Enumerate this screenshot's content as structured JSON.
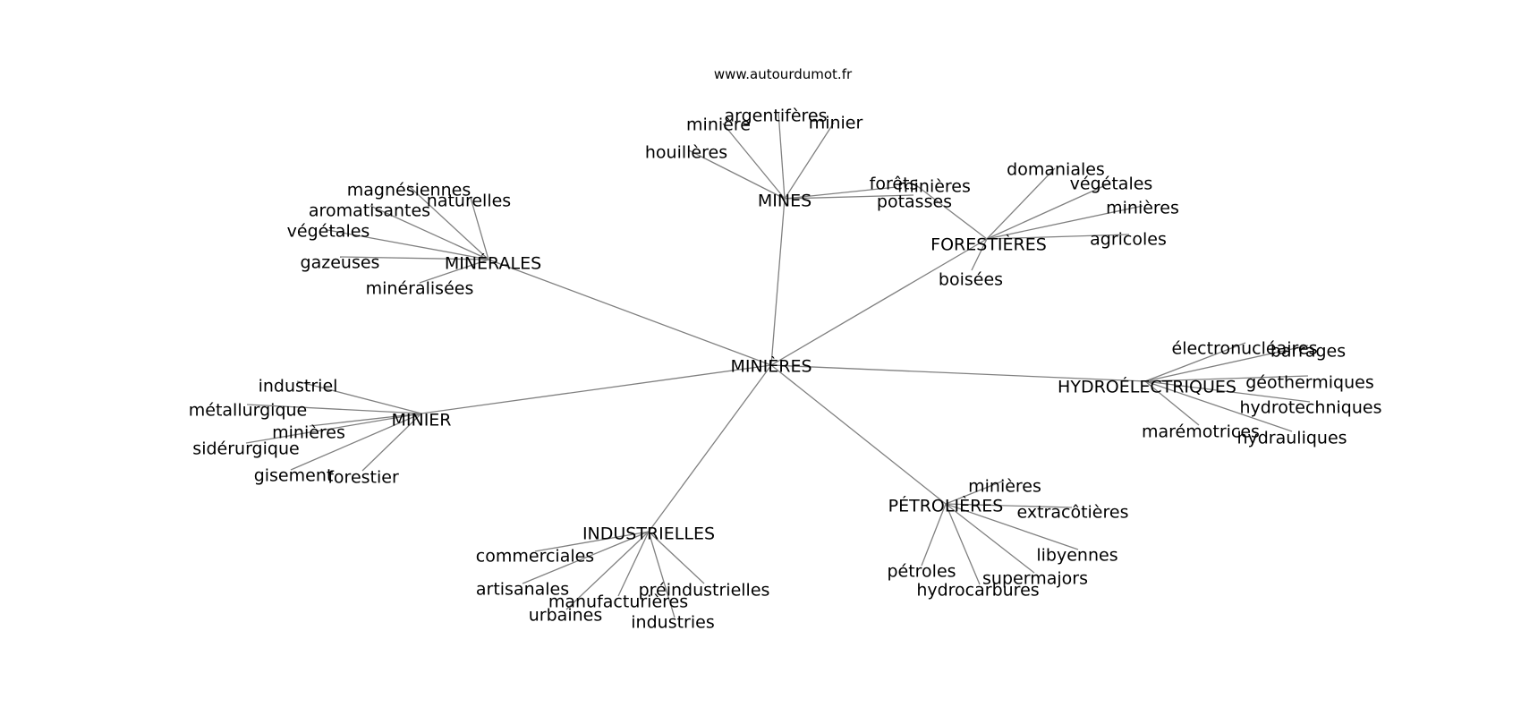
{
  "source_credit": "www.autourdumot.fr",
  "center": "MINIÈRES",
  "colors": {
    "edge": "#808080",
    "text": "#000000",
    "background": "#ffffff"
  },
  "clusters": [
    {
      "hub": "MINES",
      "words": [
        "minière",
        "argentifères",
        "minier",
        "houillères",
        "forêts",
        "potasses"
      ]
    },
    {
      "hub": "FORESTIÈRES",
      "words": [
        "minières",
        "domaniales",
        "végétales",
        "minières",
        "agricoles",
        "boisées"
      ]
    },
    {
      "hub": "MINÉRALES",
      "words": [
        "magnésiennes",
        "naturelles",
        "aromatisantes",
        "végétales",
        "gazeuses",
        "minéralisées"
      ]
    },
    {
      "hub": "MINIER",
      "words": [
        "industriel",
        "métallurgique",
        "minières",
        "sidérurgique",
        "gisement",
        "forestier"
      ]
    },
    {
      "hub": "HYDROÉLECTRIQUES",
      "words": [
        "électronucléaires",
        "barrages",
        "géothermiques",
        "hydrotechniques",
        "marémotrices",
        "hydrauliques"
      ]
    },
    {
      "hub": "PÉTROLIÈRES",
      "words": [
        "minières",
        "extracôtières",
        "libyennes",
        "supermajors",
        "hydrocarbures",
        "pétroles"
      ]
    },
    {
      "hub": "INDUSTRIELLES",
      "words": [
        "commerciales",
        "artisanales",
        "manufacturières",
        "urbaines",
        "industries",
        "préindustrielles"
      ]
    }
  ]
}
